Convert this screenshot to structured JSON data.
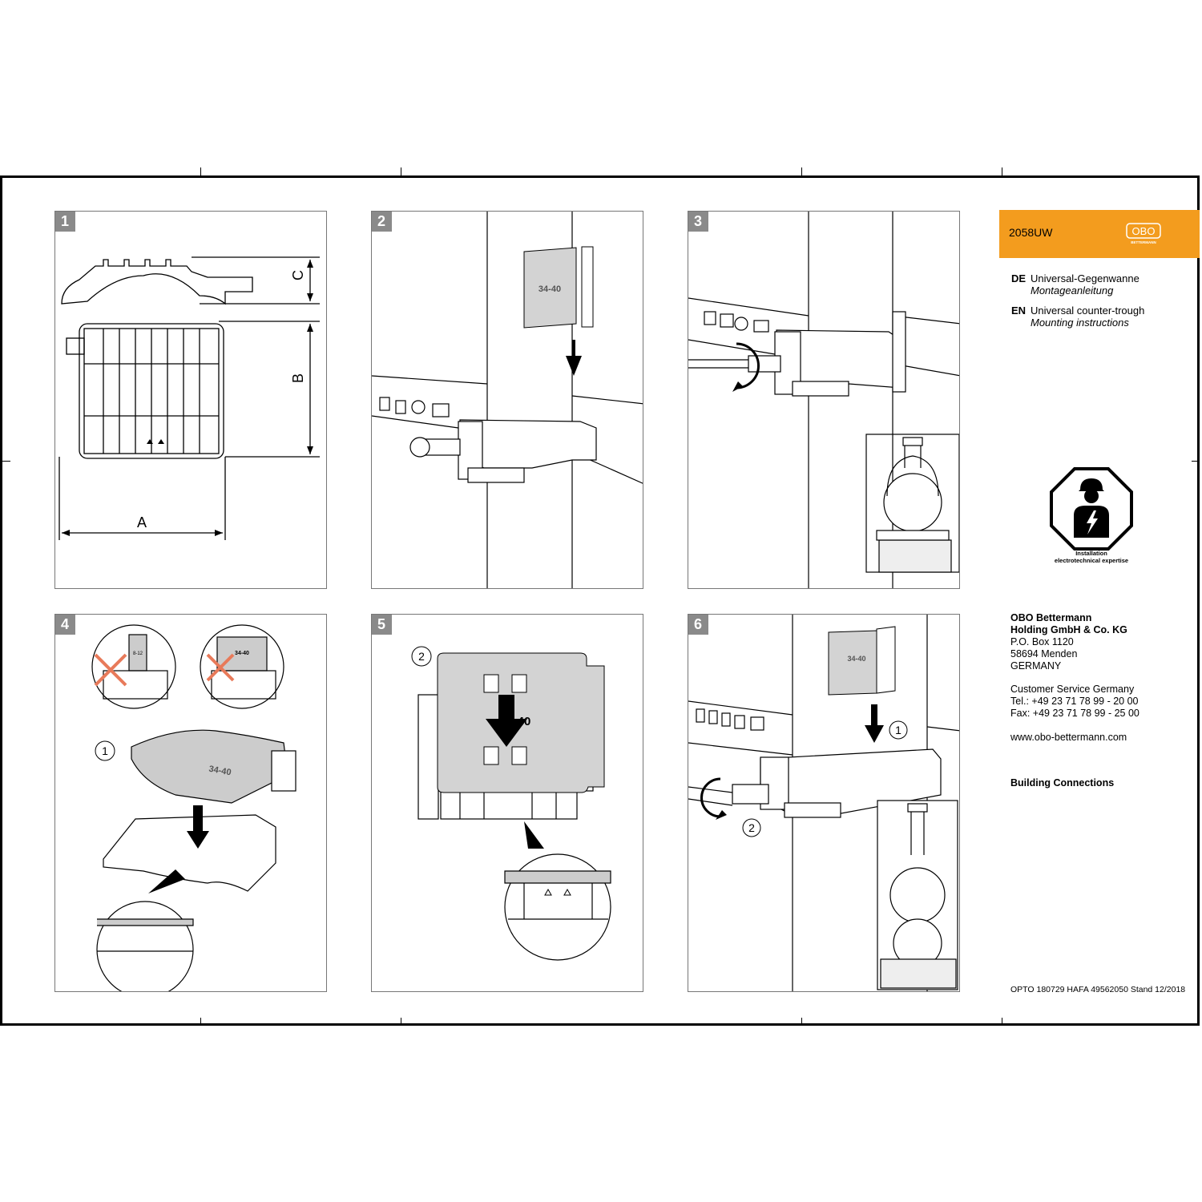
{
  "steps": [
    "1",
    "2",
    "3",
    "4",
    "5",
    "6"
  ],
  "step1": {
    "dim_a": "A",
    "dim_b": "B",
    "dim_c": "C"
  },
  "step2": {
    "tag": "34-40"
  },
  "step4": {
    "callout": "1",
    "tag_left": "8-12",
    "tag_right": "34-40",
    "tag_part": "34-40"
  },
  "step5": {
    "callout": "2",
    "tag": "40"
  },
  "step6": {
    "callout_1": "1",
    "callout_2": "2",
    "tag": "34-40"
  },
  "header": {
    "product_code": "2058UW",
    "logo_text": "OBO",
    "logo_sub": "BETTERMANN",
    "accent_color": "#f39c1e"
  },
  "languages": [
    {
      "code": "DE",
      "title": "Universal-Gegenwanne",
      "subtitle": "Montageanleitung"
    },
    {
      "code": "EN",
      "title": "Universal counter-trough",
      "subtitle": "Mounting instructions"
    }
  ],
  "safety": {
    "icon": "installer-electrician-icon",
    "caption_1": "Installation",
    "caption_2": "electrotechnical expertise"
  },
  "company": {
    "name_1": "OBO Bettermann",
    "name_2": "Holding GmbH & Co. KG",
    "po_box": "P.O. Box 1120",
    "city": "58694 Menden",
    "country": "GERMANY"
  },
  "contact": {
    "service": "Customer Service Germany",
    "tel": "Tel.: +49 23 71 78 99 - 20 00",
    "fax": "Fax: +49 23 71 78 99 - 25 00",
    "web": "www.obo-bettermann.com"
  },
  "category": "Building Connections",
  "footer": "OPTO 180729 HAFA 49562050 Stand 12/2018"
}
